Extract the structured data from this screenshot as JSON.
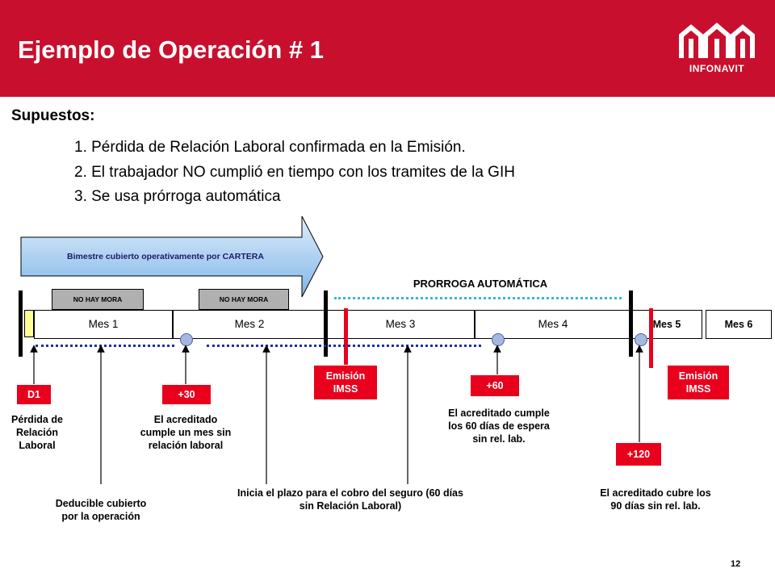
{
  "title": "Ejemplo de Operación # 1",
  "logo": {
    "text": "INFONAVIT",
    "color": "#ffffff"
  },
  "colors": {
    "header": "#c8102e",
    "accent_red": "#e8001c",
    "blue_dots": "#1f2f9e",
    "cyan_dots": "#36b8d8",
    "gray_tag": "#b0b0b0"
  },
  "supuestos": {
    "heading": "Supuestos:",
    "items": [
      "1. Pérdida de Relación Laboral confirmada en la Emisión.",
      "2. El trabajador NO cumplió en tiempo con los tramites de la GIH",
      "3. Se usa prórroga automática"
    ]
  },
  "arrow_label": "Bimestre cubierto operativamente por CARTERA",
  "prorroga_label": "PRORROGA AUTOMÁTICA",
  "tags": {
    "no_mora_1": "NO HAY MORA",
    "no_mora_2": "NO HAY MORA"
  },
  "months": [
    "Mes 1",
    "Mes 2",
    "Mes 3",
    "Mes 4",
    "Mes 5",
    "Mes 6"
  ],
  "boxes": {
    "d1": "D1",
    "plus30": "+30",
    "emision1": [
      "Emisión",
      "IMSS"
    ],
    "plus60": "+60",
    "emision2": [
      "Emisión",
      "IMSS"
    ],
    "plus120": "+120"
  },
  "labels": {
    "perdida": [
      "Pérdida de",
      "Relación",
      "Laboral"
    ],
    "acreditado_mes": [
      "El acreditado",
      "cumple un mes sin",
      "relación laboral"
    ],
    "acreditado_60": [
      "El acreditado cumple",
      "los 60 días de espera",
      "sin rel. lab."
    ],
    "deducible": [
      "Deducible cubierto",
      "por la operación"
    ],
    "inicia": [
      "Inicia el plazo para el cobro del seguro (60 días",
      "sin Relación Laboral)"
    ],
    "cubre_90": [
      "El acreditado cubre los",
      "90 días sin rel. lab."
    ]
  },
  "page_number": "12"
}
